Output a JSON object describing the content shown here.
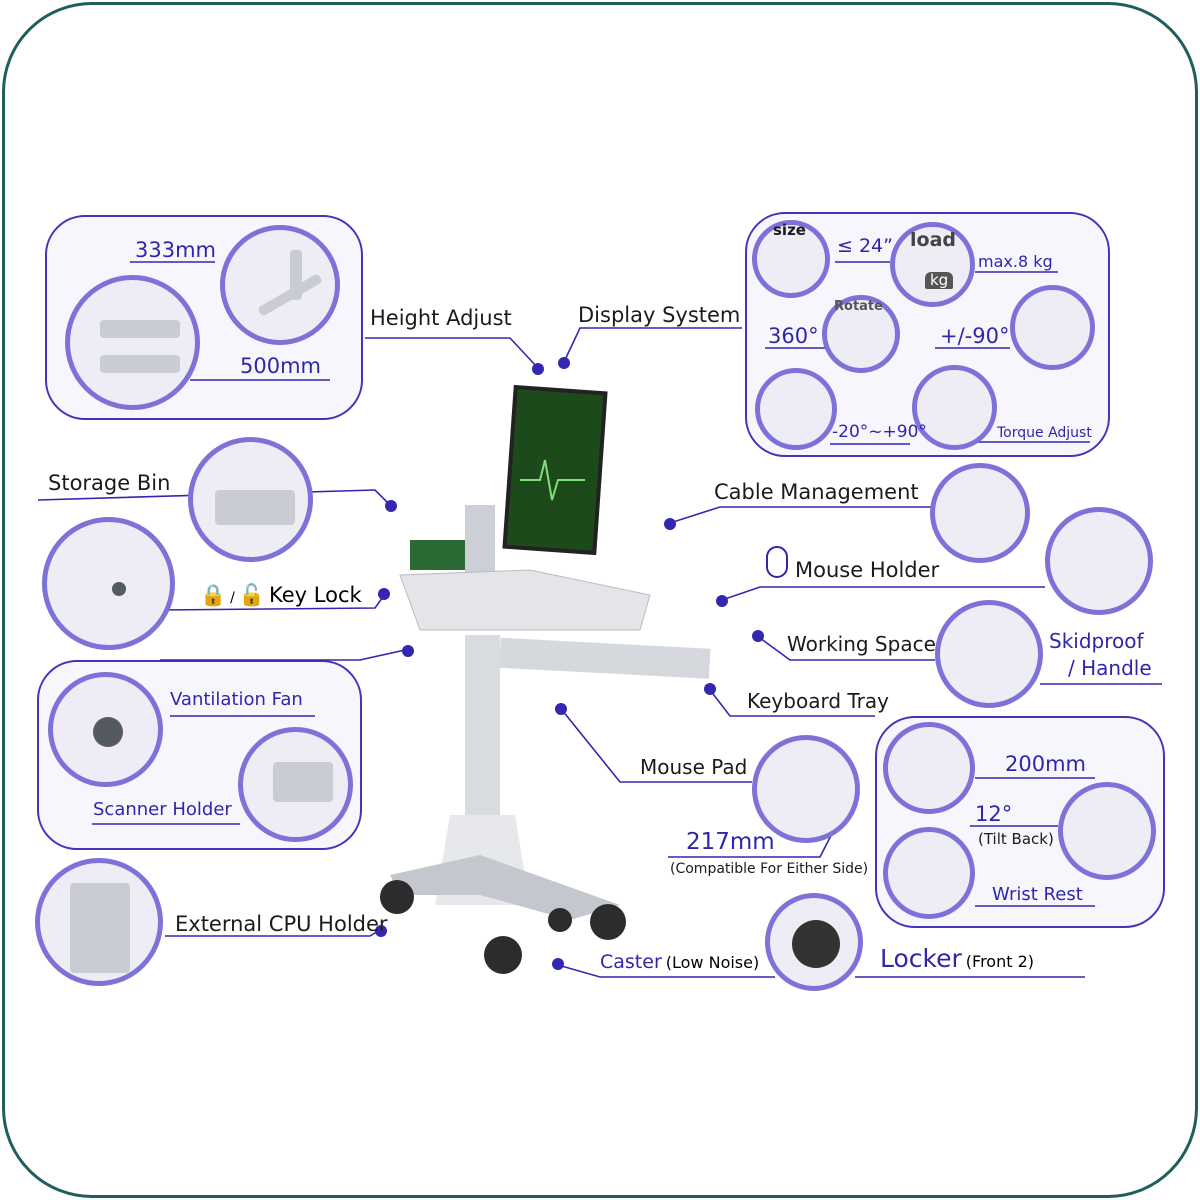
{
  "labels": {
    "height_adjust": "Height Adjust",
    "h333": "333mm",
    "h500": "500mm",
    "display_system": "Display System",
    "size_word": "size",
    "size_val": "≤ 24”",
    "load_word": "load",
    "kg": "kg",
    "load_val": "max.8 kg",
    "rotate_word": "Rotate",
    "rotate_val": "360°",
    "swivel_val": "+/-90°",
    "tilt_val": "-20°~+90°",
    "torque": "Torque Adjust",
    "storage_bin": "Storage Bin",
    "key_lock": "Key Lock",
    "lock_sep": "/",
    "vent_fan": "Vantilation Fan",
    "scanner_holder": "Scanner  Holder",
    "cpu_holder": "External CPU Holder",
    "cable_mgmt": "Cable Management",
    "mouse_holder": "Mouse Holder",
    "working_space": "Working Space",
    "skidproof": "Skidproof",
    "handle": "/ Handle",
    "keyboard_tray": "Keyboard Tray",
    "mouse_pad": "Mouse Pad",
    "mm217": "217mm",
    "compatible": "(Compatible For Either Side)",
    "mm200": "200mm",
    "deg12": "12°",
    "tilt_back": "(Tilt Back)",
    "wrist_rest": "Wrist Rest",
    "caster": "Caster",
    "low_noise": "(Low Noise)",
    "locker": "Locker",
    "front2": "(Front 2)"
  },
  "colors": {
    "accent": "#2f27a8",
    "frame": "#1e5f5b",
    "circle_border": "#7d72d8",
    "monitor": "#1d4a1a"
  }
}
